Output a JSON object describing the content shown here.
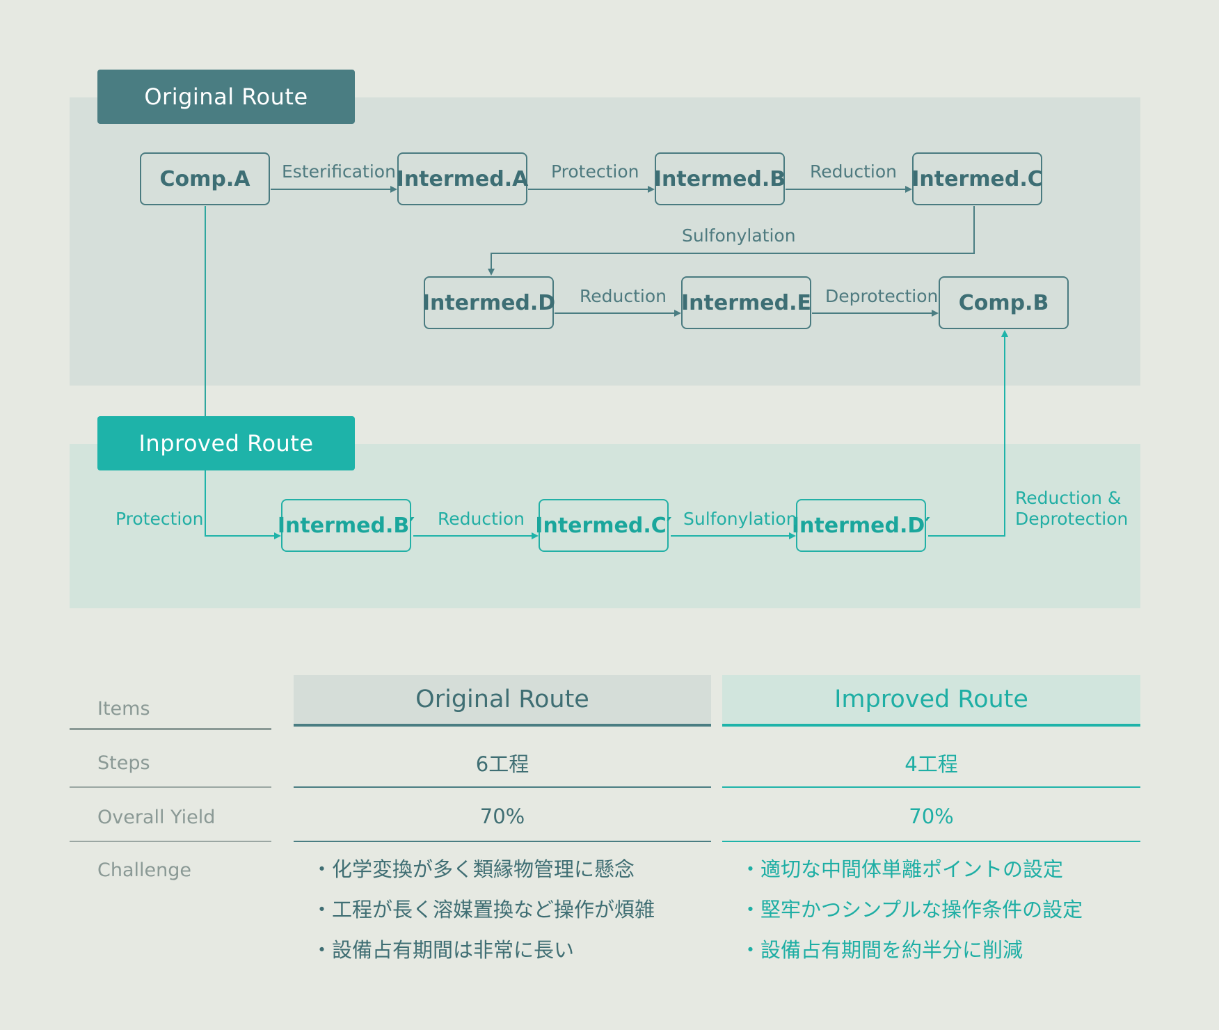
{
  "diagram": {
    "original_route": {
      "title": "Original Route",
      "nodes": {
        "comp_a": "Comp.A",
        "intermed_a": "Intermed.A",
        "intermed_b": "Intermed.B",
        "intermed_c": "Intermed.C",
        "intermed_d": "Intermed.D",
        "intermed_e": "Intermed.E",
        "comp_b": "Comp.B"
      },
      "steps": {
        "esterification": "Esterification",
        "protection": "Protection",
        "reduction_1": "Reduction",
        "sulfonylation": "Sulfonylation",
        "reduction_2": "Reduction",
        "deprotection": "Deprotection"
      }
    },
    "improved_route": {
      "title": "Inproved Route",
      "nodes": {
        "intermed_b2": "Intermed.B′",
        "intermed_c2": "Intermed.C′",
        "intermed_d2": "Intermed.D′"
      },
      "steps": {
        "protection": "Protection",
        "reduction": "Reduction",
        "sulfonylation": "Sulfonylation",
        "reduction_deprotection_1": "Reduction &",
        "reduction_deprotection_2": "Deprotection"
      }
    },
    "colors": {
      "original": "#4a7d82",
      "improved": "#1eb3a9"
    }
  },
  "table": {
    "header": {
      "items": "Items",
      "original": "Original Route",
      "improved": "Improved Route"
    },
    "rows": {
      "steps": {
        "label": "Steps",
        "original": "6工程",
        "improved": "4工程"
      },
      "yield": {
        "label": "Overall Yield",
        "original": "70%",
        "improved": "70%"
      },
      "challenge": {
        "label": "Challenge",
        "original": [
          "・化学変換が多く類縁物管理に懸念",
          "・工程が長く溶媒置換など操作が煩雑",
          "・設備占有期間は非常に長い"
        ],
        "improved": [
          "・適切な中間体単離ポイントの設定",
          "・堅牢かつシンプルな操作条件の設定",
          "・設備占有期間を約半分に削減"
        ]
      }
    }
  }
}
